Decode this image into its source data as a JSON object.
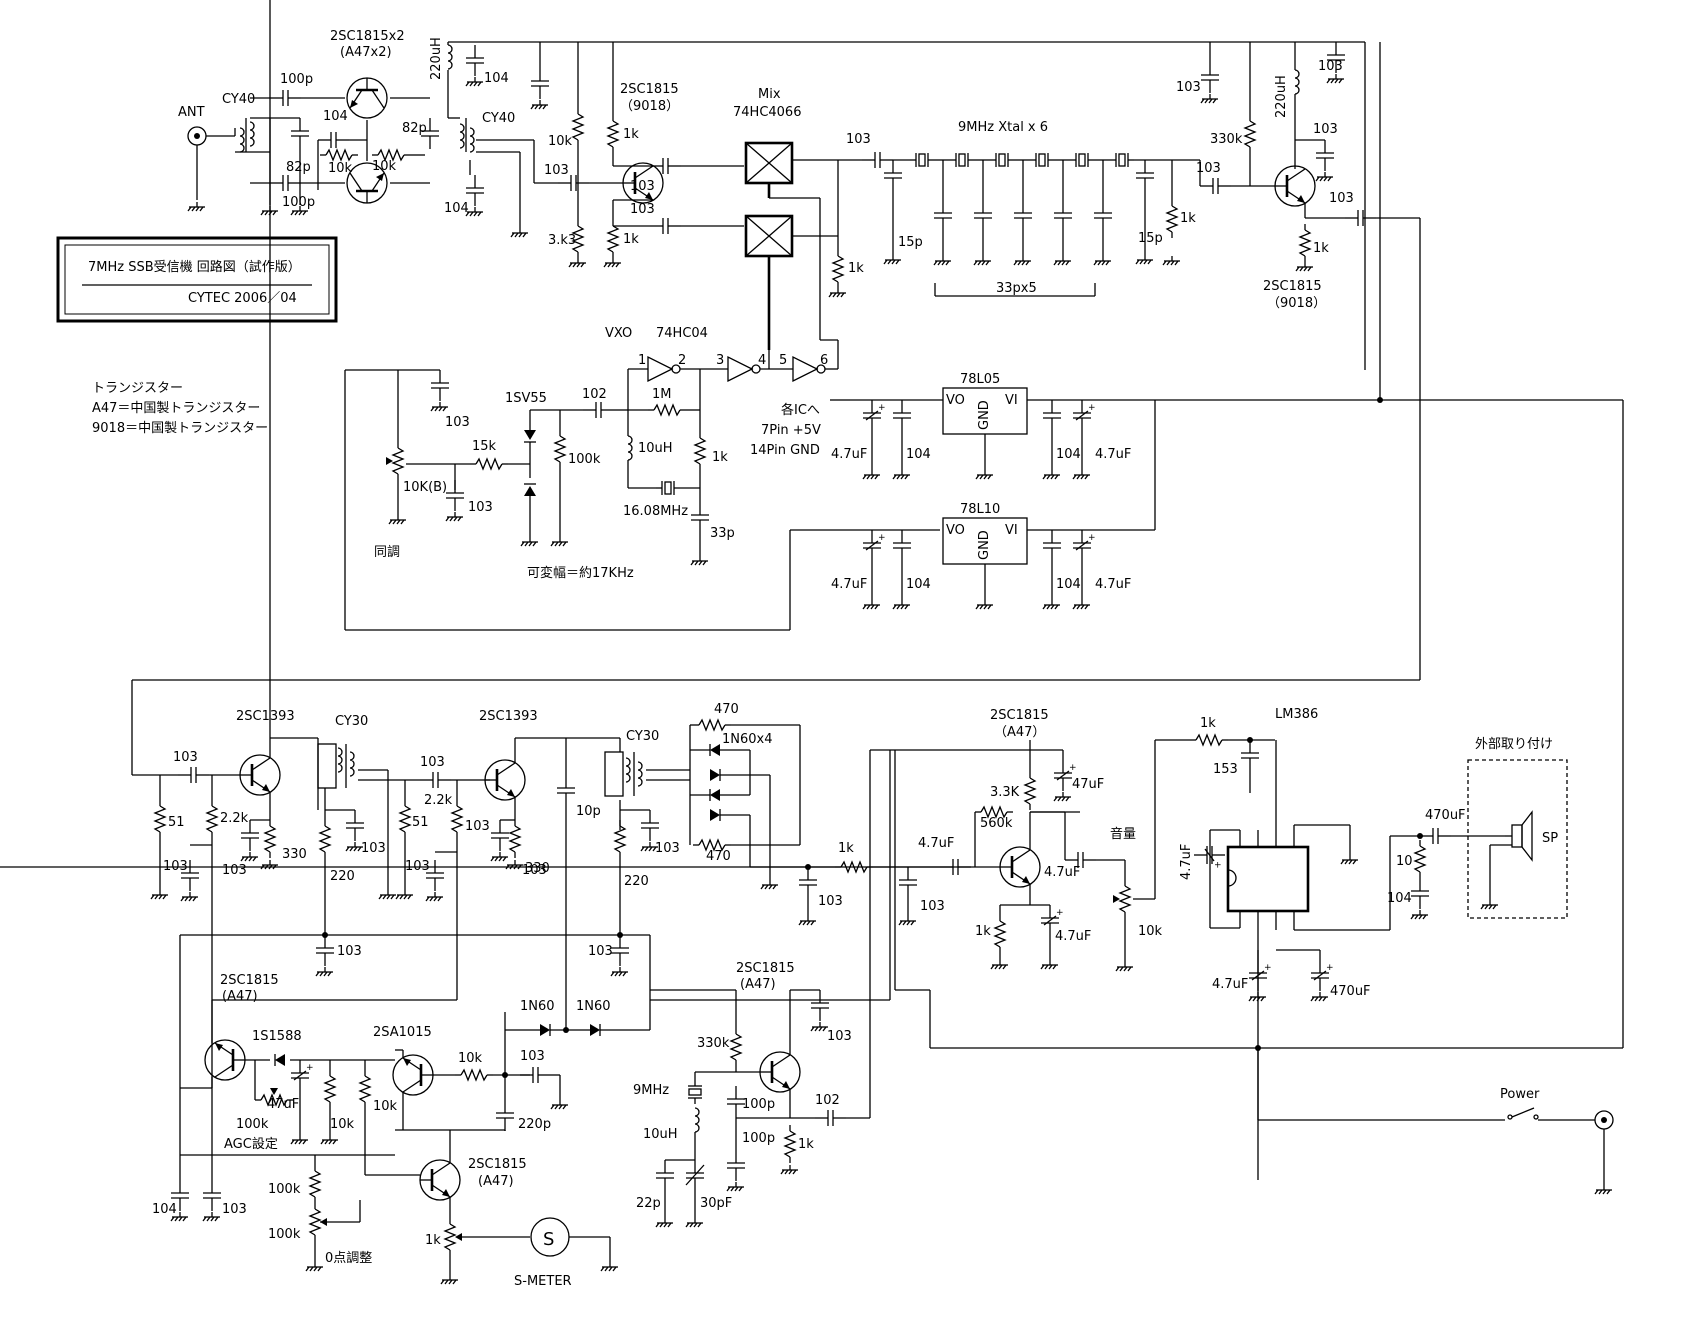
{
  "title_box": {
    "title": "7MHz SSB受信機 回路図（試作版）",
    "author": "CYTEC 2006／04"
  },
  "notes": {
    "header": "トランジスター",
    "a47": "A47＝中国製トランジスター",
    "t9018": "9018＝中国製トランジスター"
  },
  "labels": {
    "ant": "ANT",
    "cy40_in": "CY40",
    "cy40_out": "CY40",
    "rf_pair": "2SC1815x2",
    "rf_pair_sub": "(A47x2)",
    "c100p_a": "100p",
    "c100p_b": "100p",
    "c104_rf": "104",
    "c82p_a": "82p",
    "c82p_b": "82p",
    "r10k_a": "10k",
    "r10k_b": "10k",
    "l220uh_rf": "220uH",
    "c104_top": "104",
    "c104_rf2": "104",
    "buf_q": "2SC1815",
    "buf_q_sub": "（9018）",
    "r10k_buf": "10k",
    "r3k3": "3.k3",
    "c103_buf": "103",
    "r1k_buf_a": "1k",
    "r1k_buf_b": "1k",
    "c103_mix_a": "103",
    "c103_mix_b": "103",
    "mix": "Mix",
    "mix_ic": "74HC4066",
    "c103_xtal": "103",
    "xtal_filter": "9MHz Xtal x 6",
    "c15p_a": "15p",
    "c15p_b": "15p",
    "c33p_bank": "33px5",
    "r1k_mix": "1k",
    "r1k_xtal": "1k",
    "c103_if_in": "103",
    "c103_if_top": "103",
    "r330k_if": "330k",
    "l220uh_if": "220uH",
    "c103_if_dec": "103",
    "c103_if_out": "103",
    "r1k_if": "1k",
    "if_q": "2SC1815",
    "if_q_sub": "（9018）",
    "vxo": "VXO",
    "inv_ic": "74HC04",
    "pin1": "1",
    "pin2": "2",
    "pin3": "3",
    "pin4": "4",
    "pin5": "5",
    "pin6": "6",
    "varicap": "1SV55",
    "c102_vxo": "102",
    "r1m": "1M",
    "l10uh_vxo": "10uH",
    "r1k_vxo": "1k",
    "xtal_vxo": "16.08MHz",
    "c33p_vxo": "33p",
    "c103_tune": "103",
    "r15k": "15k",
    "r100k_vxo": "100k",
    "vr10kb": "10K(B)",
    "c103_vr": "103",
    "tuning": "同調",
    "range": "可変幅＝約17KHz",
    "ic_note1": "各ICへ",
    "ic_note2": "7Pin +5V",
    "ic_note3": "14Pin GND",
    "reg5": "78L05",
    "reg10": "78L10",
    "vo": "VO",
    "gnd": "GND",
    "vi": "VI",
    "c47uf_r1": "4.7uF",
    "c104_r1": "104",
    "c104_r2": "104",
    "c47uf_r2": "4.7uF",
    "c47uf_r3": "4.7uF",
    "c104_r3": "104",
    "c104_r4": "104",
    "c47uf_r4": "4.7uF",
    "if1_q": "2SC1393",
    "if2_q": "2SC1393",
    "cy30_a": "CY30",
    "cy30_b": "CY30",
    "c103_if1_in": "103",
    "r51_a": "51",
    "r22k_a": "2.2k",
    "c103_if1_b": "103",
    "c103_if1_e": "103",
    "r330_a": "330",
    "r220_a": "220",
    "c103_if1_t": "103",
    "c103_if2_in": "103",
    "r51_b": "51",
    "r22k_b": "2.2k",
    "c103_if2_b": "103",
    "c103_if2_c": "103",
    "c103_if2_e": "103",
    "r330_b": "330",
    "c103_agc": "103",
    "c10p": "10p",
    "r220_b": "220",
    "c103_if2_t": "103",
    "c103_if2_d": "103",
    "r470_a": "470",
    "r470_b": "470",
    "diodes": "1N60x4",
    "r1k_det": "1k",
    "c103_det": "103",
    "c103_af": "103",
    "c47uf_af": "4.7uF",
    "af_q": "2SC1815",
    "af_q_sub": "（A47）",
    "c47uf_col": "47uF",
    "r33k": "3.3K",
    "r560k": "560k",
    "c47uf_out": "4.7uF",
    "r1k_af": "1k",
    "c47uf_e": "4.7uF",
    "volume": "音量",
    "vr10k": "10k",
    "r1k_lm": "1k",
    "c153": "153",
    "lm386": "LM386",
    "c47uf_lm": "4.7uF",
    "c47uf_lm_b": "4.7uF",
    "c470uf_lm": "470uF",
    "c470uf_out": "470uF",
    "r10_lm": "10",
    "c104_lm": "104",
    "external": "外部取り付け",
    "sp": "SP",
    "power": "Power",
    "agc_q1": "2SC1815",
    "agc_q1_sub": "(A47)",
    "d1s1588": "1S1588",
    "agc_pnp": "2SA1015",
    "c47uf_agc": "47uF",
    "r10k_agc_a": "10k",
    "r10k_agc_b": "10k",
    "r10k_agc_c": "10k",
    "r100k_agc": "100k",
    "agc_set": "AGC設定",
    "d1n60_a": "1N60",
    "d1n60_b": "1N60",
    "c103_agc2": "103",
    "c220p": "220p",
    "c104_agc": "104",
    "c103_agc3": "103",
    "r100k_s": "100k",
    "vr100k_s": "100k",
    "zero": "0点調整",
    "smeter_q": "2SC1815",
    "smeter_q_sub": "(A47)",
    "r1k_s": "1k",
    "s": "S",
    "smeter": "S-METER",
    "bfo_q": "2SC1815",
    "bfo_q_sub": "(A47)",
    "r330k_bfo": "330k",
    "c103_bfo": "103",
    "xtal_bfo": "9MHz",
    "c100p_bfo_a": "100p",
    "c100p_bfo_b": "100p",
    "c102_bfo": "102",
    "l10uh_bfo": "10uH",
    "r1k_bfo": "1k",
    "c22p": "22p",
    "c30pf": "30pF"
  }
}
